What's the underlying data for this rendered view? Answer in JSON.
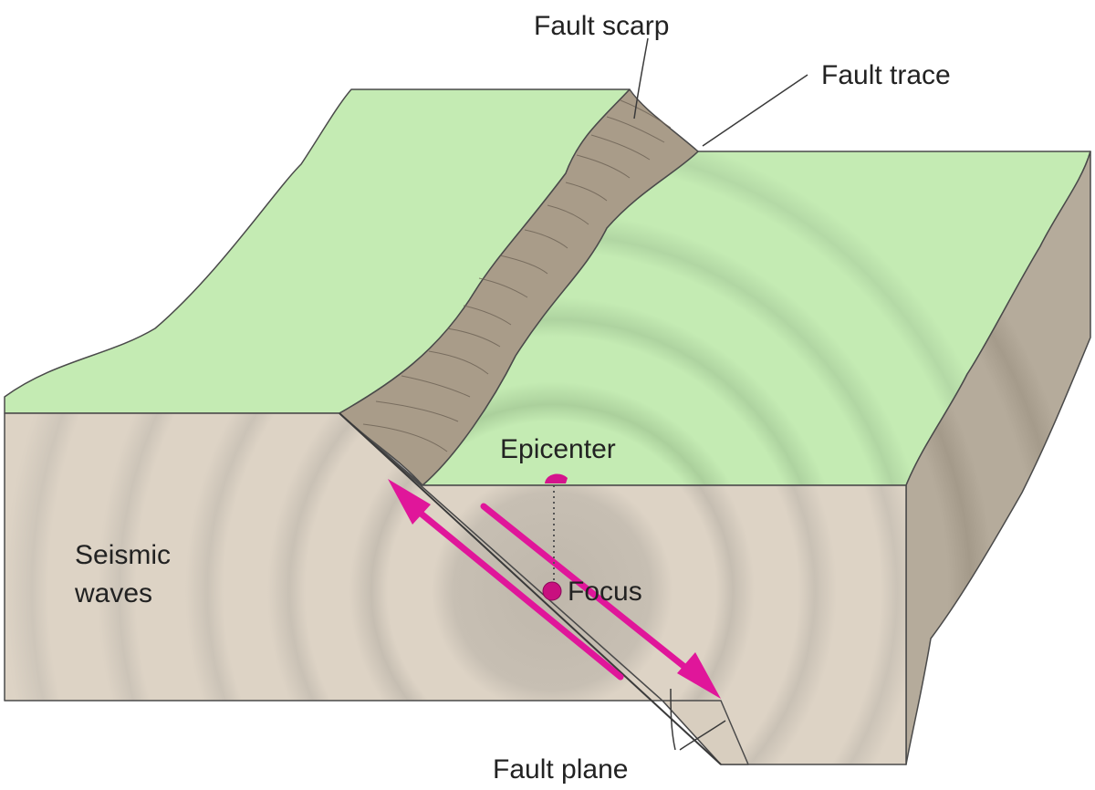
{
  "labels": {
    "fault_scarp": "Fault scarp",
    "fault_trace": "Fault trace",
    "epicenter": "Epicenter",
    "seismic_line1": "Seismic",
    "seismic_line2": "waves",
    "focus": "Focus",
    "fault_plane": "Fault plane"
  },
  "colors": {
    "ground_surface": "#c4ebb3",
    "rock_front": "#ddd3c5",
    "rock_side": "#b5ab9b",
    "scarp_face": "#a99c89",
    "wave_rings": "#a79e91",
    "motion_arrows": "#e0169a",
    "leader_lines": "#3a3a3a"
  }
}
